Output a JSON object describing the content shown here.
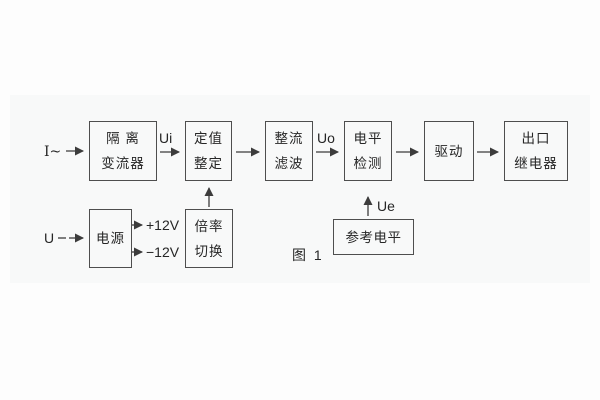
{
  "figure": {
    "caption": "图 1",
    "colors": {
      "line": "#3c3c3c",
      "border": "#4e4e4e",
      "panel": "#f8f9f9"
    },
    "inputs": {
      "current": "I~",
      "voltage": "U"
    },
    "signals": {
      "ui": "Ui",
      "uo": "Uo",
      "ue": "Ue",
      "plus12v": "+12V",
      "minus12v": "−12V"
    },
    "blocks": {
      "isolation": {
        "line1": "隔 离",
        "line2": "变流器"
      },
      "setpoint": {
        "line1": "定值",
        "line2": "整定"
      },
      "rectifier": {
        "line1": "整流",
        "line2": "滤波"
      },
      "level": {
        "line1": "电平",
        "line2": "检测"
      },
      "drive": {
        "line1": "驱动"
      },
      "output": {
        "line1": "出口",
        "line2": "继电器"
      },
      "power": {
        "line1": "电源"
      },
      "multiplier": {
        "line1": "倍率",
        "line2": "切换"
      },
      "reference": {
        "line1": "参考电平"
      }
    }
  }
}
